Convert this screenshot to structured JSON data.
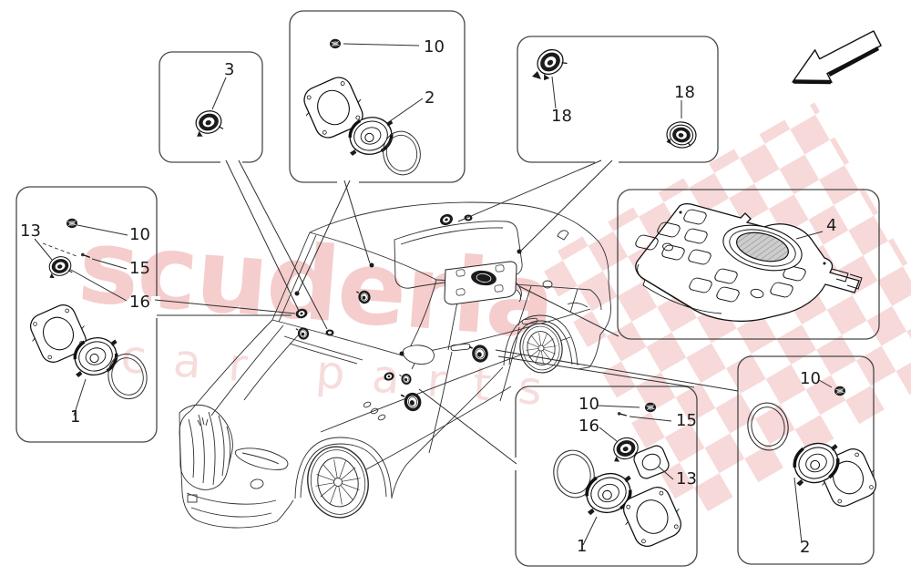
{
  "style": {
    "background": "#ffffff",
    "line_color": "#2e2e2e",
    "panel_border_color": "#474747",
    "part_color": "#1b1b1b",
    "watermark_pink": "#f5cdcd",
    "watermark_pink_light": "#f7dcdc",
    "flag_pink": "#f7d9d9"
  },
  "watermark": {
    "line1": "scuderia",
    "line2": "car parts"
  },
  "icons": {
    "direction_arrow": "outline block arrow pointing down-left",
    "checkered_flag": "pink checkered flag watermark"
  },
  "panels": [
    {
      "name": "front-door-speaker-components",
      "callouts": [
        "13",
        "10",
        "15",
        "16",
        "1"
      ]
    },
    {
      "name": "dash-tweeter",
      "callouts": [
        "3"
      ]
    },
    {
      "name": "front-door-woofer-kit",
      "callouts": [
        "10",
        "2"
      ]
    },
    {
      "name": "rear-tweeters",
      "callouts": [
        "18",
        "18"
      ]
    },
    {
      "name": "rear-shelf-subwoofer-panel",
      "callouts": [
        "4"
      ]
    },
    {
      "name": "rear-door-speaker-components",
      "callouts": [
        "10",
        "15",
        "16",
        "13",
        "1"
      ]
    },
    {
      "name": "rear-door-woofer-kit",
      "callouts": [
        "10",
        "2"
      ]
    }
  ]
}
